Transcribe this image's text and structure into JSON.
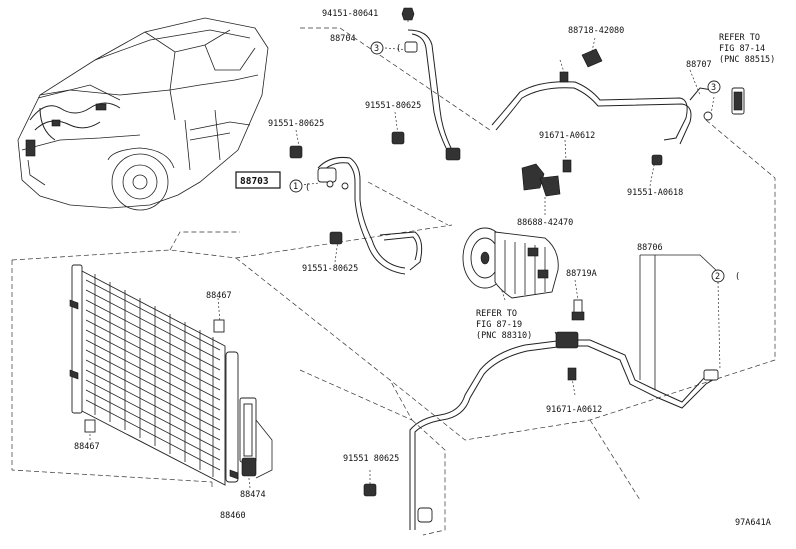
{
  "labels": {
    "p94151": "94151-80641",
    "p88704": "88704",
    "p88718": "88718-42080",
    "ref_fig_87_14_l1": "REFER TO",
    "ref_fig_87_14_l2": "FIG 87-14",
    "ref_fig_87_14_l3": "(PNC 88515)",
    "p88707": "88707",
    "p91551_top": "91551-80625",
    "p91551_mid": "91551-80625",
    "p91671_top": "91671-A0612",
    "p88703": "88703",
    "p91551_a0618": "91551-A0618",
    "p88688": "88688-42470",
    "p91551_low": "91551-80625",
    "p88706": "88706",
    "p88719a": "88719A",
    "ref_fig_87_19_l1": "REFER TO",
    "ref_fig_87_19_l2": "FIG 87-19",
    "ref_fig_87_19_l3": "(PNC 88310)",
    "p88467_top": "88467",
    "p88467_bot": "88467",
    "p91671_bot": "91671-A0612",
    "p91551_bot": "91551 80625",
    "p88474": "88474",
    "p88460": "88460",
    "diagram_code": "97A641A",
    "callout_1": "1",
    "callout_2": "2",
    "callout_3a": "3",
    "callout_3b": "3"
  }
}
